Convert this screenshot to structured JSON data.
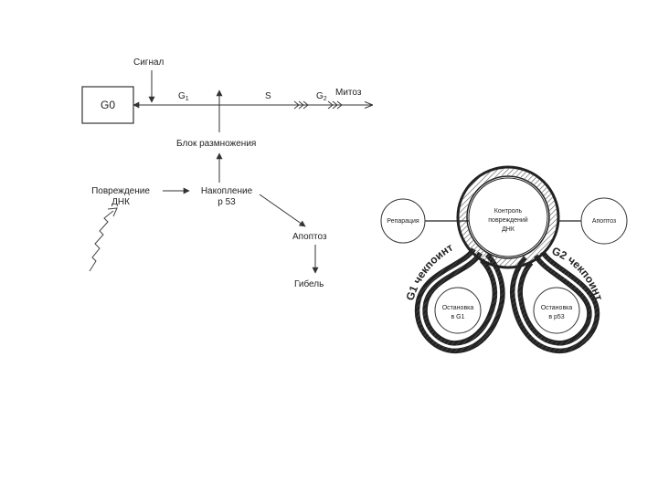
{
  "left_diagram": {
    "signal": "Сигнал",
    "g0": "G0",
    "g1": "G",
    "g1_sub": "1",
    "s": "S",
    "g2": "G",
    "g2_sub": "2",
    "mitosis": "Митоз",
    "block": "Блок размножения",
    "damage_line1": "Повреждение",
    "damage_line2": "ДНК",
    "accum_line1": "Накопление",
    "accum_line2": "р 53",
    "apoptosis": "Апоптоз",
    "death": "Гибель"
  },
  "right_diagram": {
    "center_line1": "Контроль",
    "center_line2": "повреждений",
    "center_line3": "ДНК",
    "repair": "Репарация",
    "apoptosis": "Апоптоз",
    "arrest_g1_line1": "Остановка",
    "arrest_g1_line2": "в G1",
    "arrest_p53_line1": "Остановка",
    "arrest_p53_line2": "в р53",
    "g1_checkpoint": "G1 чекпоинт",
    "g2_checkpoint": "G2 чекпоинт"
  }
}
